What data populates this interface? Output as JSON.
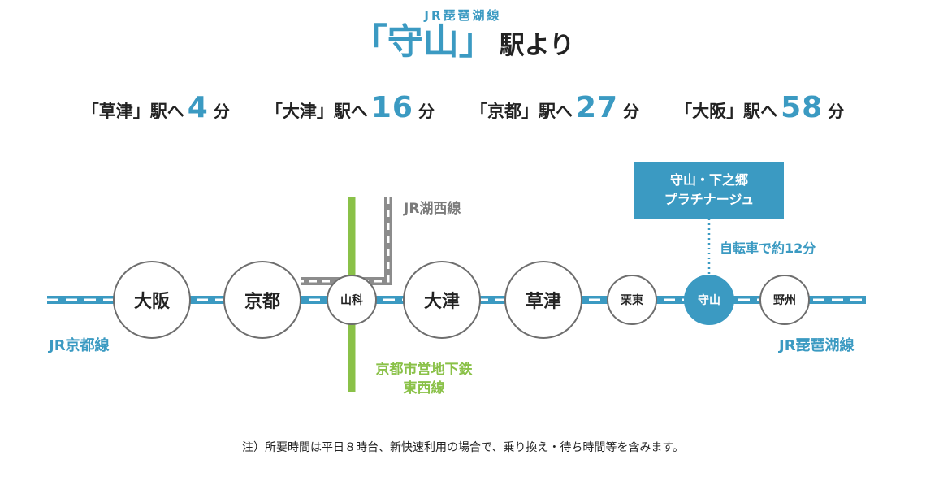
{
  "header": {
    "line_label": "JR琵琶湖線",
    "bracket_open": "「",
    "station": "守山",
    "bracket_close": "」",
    "suffix": "駅より"
  },
  "travel_times": [
    {
      "destination": "「草津」駅へ",
      "minutes": "4",
      "unit": "分"
    },
    {
      "destination": "「大津」駅へ",
      "minutes": "16",
      "unit": "分"
    },
    {
      "destination": "「京都」駅へ",
      "minutes": "27",
      "unit": "分"
    },
    {
      "destination": "「大阪」駅へ",
      "minutes": "58",
      "unit": "分"
    }
  ],
  "stations": [
    {
      "name": "大阪",
      "size": "large"
    },
    {
      "name": "京都",
      "size": "large"
    },
    {
      "name": "山科",
      "size": "small"
    },
    {
      "name": "大津",
      "size": "large"
    },
    {
      "name": "草津",
      "size": "large"
    },
    {
      "name": "栗東",
      "size": "small"
    },
    {
      "name": "守山",
      "size": "small",
      "highlighted": true
    },
    {
      "name": "野州",
      "size": "small"
    }
  ],
  "lines": {
    "kyoto_line": "JR京都線",
    "biwako_line": "JR琵琶湖線",
    "kosei_line": "JR湖西線",
    "subway_line_1": "京都市営地下鉄",
    "subway_line_2": "東西線"
  },
  "property": {
    "line1": "守山・下之郷",
    "line2": "プラチナージュ",
    "bike_access": "自転車で約12分"
  },
  "note": "注）所要時間は平日８時台、新快速利用の場合で、乗り換え・待ち時間等を含みます。",
  "colors": {
    "accent_blue": "#3b9ac2",
    "subway_green": "#8ac148",
    "kosei_gray": "#8c8c8c",
    "station_border": "#6e6e6e"
  }
}
